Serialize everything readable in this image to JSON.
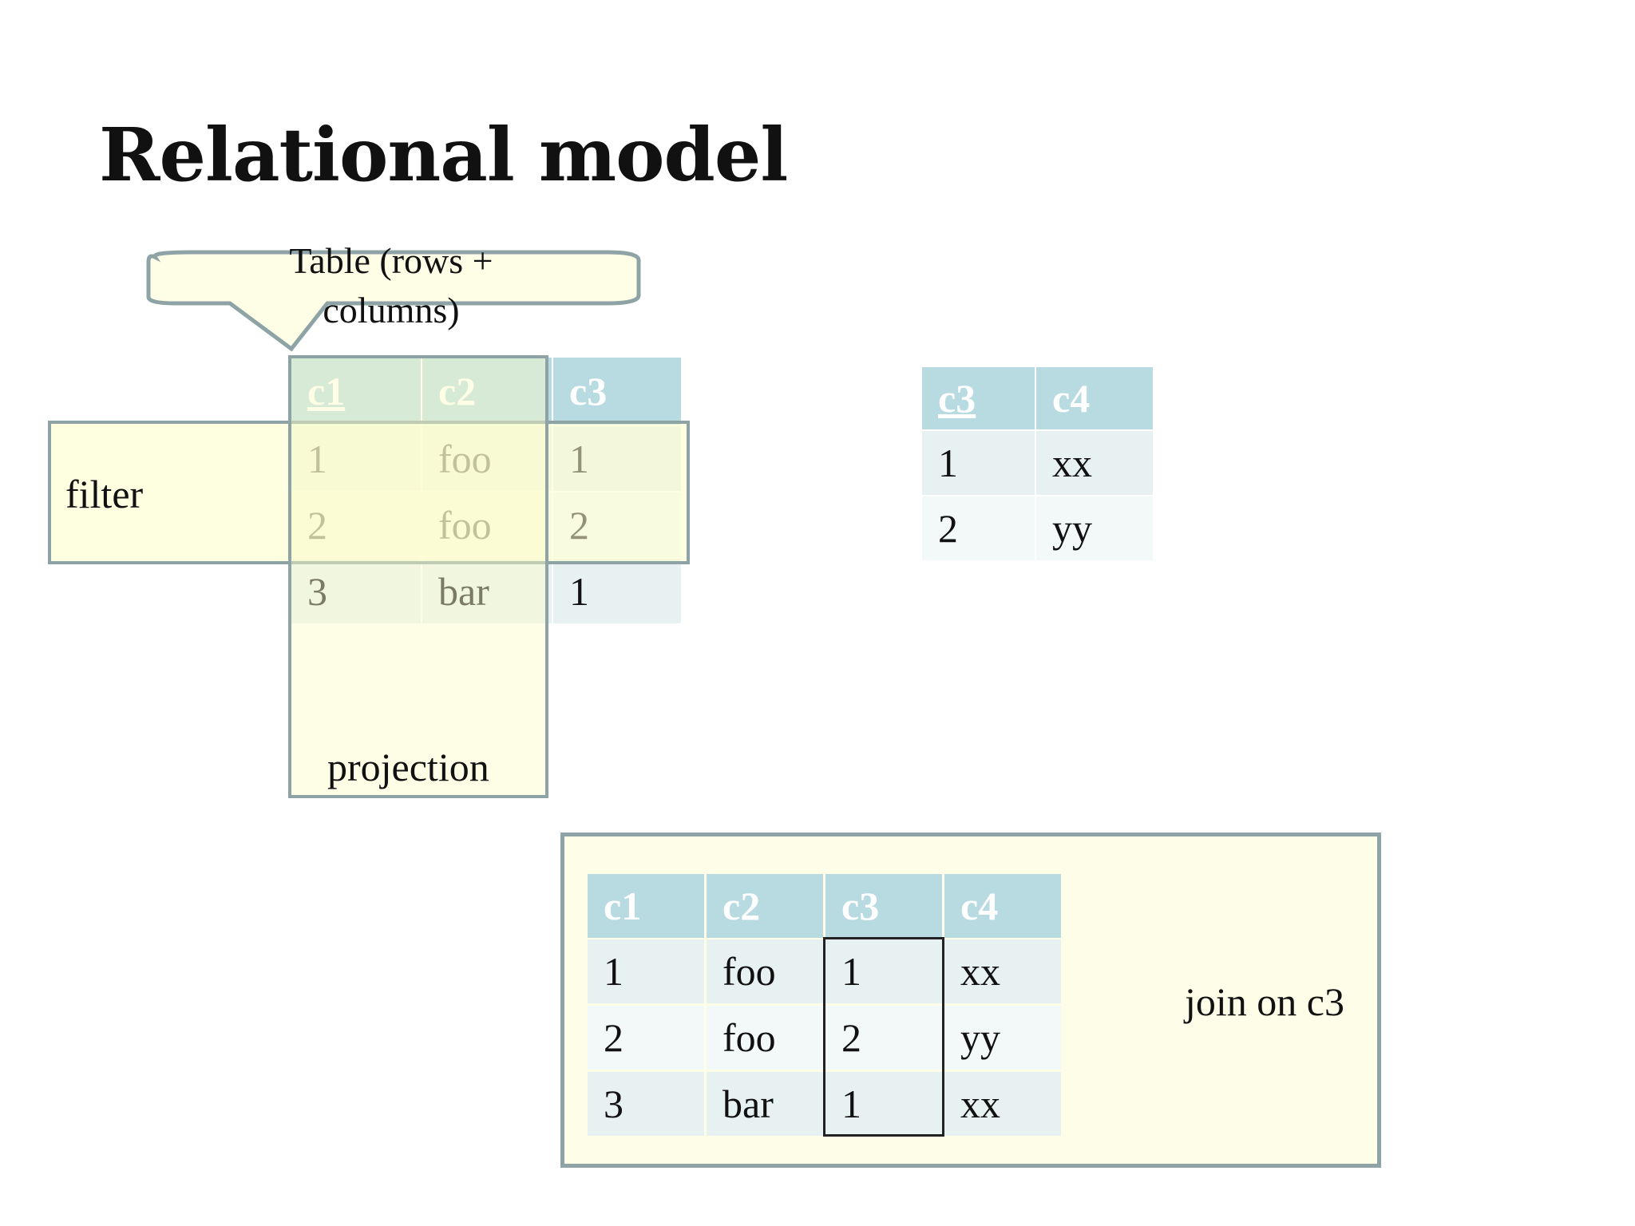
{
  "title": "Relational model",
  "callout": {
    "text": "Table (rows + columns)"
  },
  "source_table": {
    "headers": [
      "c1",
      "c2",
      "c3"
    ],
    "rows": [
      [
        "1",
        "foo",
        "1"
      ],
      [
        "2",
        "foo",
        "2"
      ],
      [
        "3",
        "bar",
        "1"
      ]
    ]
  },
  "lookup_table": {
    "headers": [
      "c3",
      "c4"
    ],
    "rows": [
      [
        "1",
        "xx"
      ],
      [
        "2",
        "yy"
      ]
    ]
  },
  "join_table": {
    "headers": [
      "c1",
      "c2",
      "c3",
      "c4"
    ],
    "rows": [
      [
        "1",
        "foo",
        "1",
        "xx"
      ],
      [
        "2",
        "foo",
        "2",
        "yy"
      ],
      [
        "3",
        "bar",
        "1",
        "xx"
      ]
    ]
  },
  "labels": {
    "filter": "filter",
    "projection": "projection",
    "join": "join on c3"
  }
}
